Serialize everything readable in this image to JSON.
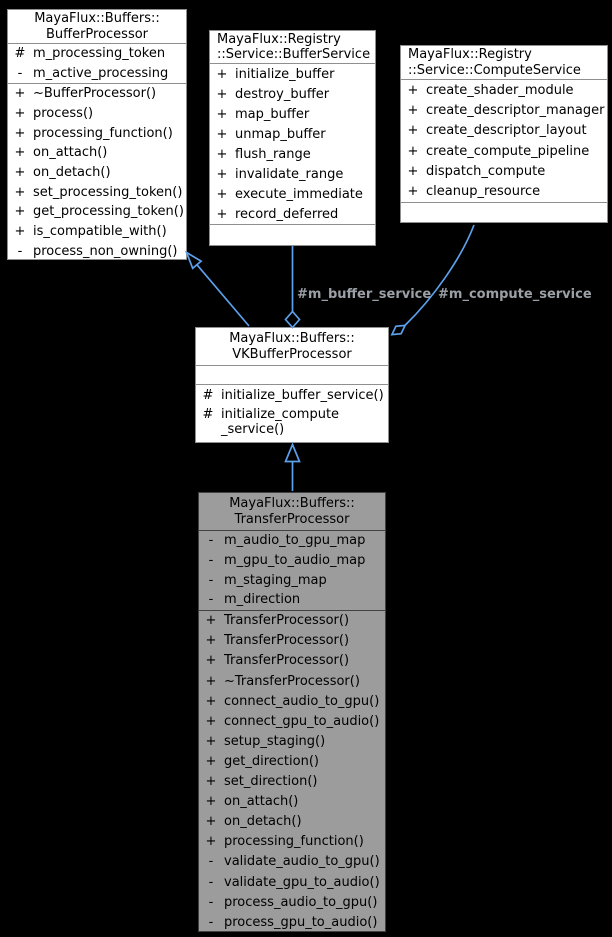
{
  "colors": {
    "background": "#000000",
    "node_fill": "#ffffff",
    "node_border": "#8f8f8f",
    "highlight_fill": "#9c9c9c",
    "highlight_border": "#424242",
    "edge": "#5ca0eb",
    "edge_label": "#9aa0a6",
    "text": "#000000"
  },
  "edges": {
    "buffer_service_label": "#m_buffer_service",
    "compute_service_label": "#m_compute_service"
  },
  "classes": [
    {
      "title1": "MayaFlux::Buffers::",
      "title2": "BufferProcessor",
      "attrs": [
        {
          "vis": "#",
          "name": "m_processing_token"
        },
        {
          "vis": "-",
          "name": "m_active_processing"
        }
      ],
      "methods": [
        {
          "vis": "+",
          "name": "~BufferProcessor()"
        },
        {
          "vis": "+",
          "name": "process()"
        },
        {
          "vis": "+",
          "name": "processing_function()"
        },
        {
          "vis": "+",
          "name": "on_attach()"
        },
        {
          "vis": "+",
          "name": "on_detach()"
        },
        {
          "vis": "+",
          "name": "set_processing_token()"
        },
        {
          "vis": "+",
          "name": "get_processing_token()"
        },
        {
          "vis": "+",
          "name": "is_compatible_with()"
        },
        {
          "vis": "-",
          "name": "process_non_owning()"
        }
      ]
    },
    {
      "title1": "MayaFlux::Registry",
      "title2": "::Service::BufferService",
      "methods": [
        {
          "vis": "+",
          "name": "initialize_buffer"
        },
        {
          "vis": "+",
          "name": "destroy_buffer"
        },
        {
          "vis": "+",
          "name": "map_buffer"
        },
        {
          "vis": "+",
          "name": "unmap_buffer"
        },
        {
          "vis": "+",
          "name": "flush_range"
        },
        {
          "vis": "+",
          "name": "invalidate_range"
        },
        {
          "vis": "+",
          "name": "execute_immediate"
        },
        {
          "vis": "+",
          "name": "record_deferred"
        }
      ]
    },
    {
      "title1": "MayaFlux::Registry",
      "title2": "::Service::ComputeService",
      "methods": [
        {
          "vis": "+",
          "name": "create_shader_module"
        },
        {
          "vis": "+",
          "name": "create_descriptor_manager"
        },
        {
          "vis": "+",
          "name": "create_descriptor_layout"
        },
        {
          "vis": "+",
          "name": "create_compute_pipeline"
        },
        {
          "vis": "+",
          "name": "dispatch_compute"
        },
        {
          "vis": "+",
          "name": "cleanup_resource"
        }
      ]
    },
    {
      "title1": "MayaFlux::Buffers::",
      "title2": "VKBufferProcessor",
      "methods": [
        {
          "vis": "#",
          "name": "initialize_buffer_service()"
        },
        {
          "vis": "#",
          "name": "initialize_compute",
          "name2": "_service()"
        }
      ]
    },
    {
      "title1": "MayaFlux::Buffers::",
      "title2": "TransferProcessor",
      "attrs": [
        {
          "vis": "-",
          "name": "m_audio_to_gpu_map"
        },
        {
          "vis": "-",
          "name": "m_gpu_to_audio_map"
        },
        {
          "vis": "-",
          "name": "m_staging_map"
        },
        {
          "vis": "-",
          "name": "m_direction"
        }
      ],
      "methods": [
        {
          "vis": "+",
          "name": "TransferProcessor()"
        },
        {
          "vis": "+",
          "name": "TransferProcessor()"
        },
        {
          "vis": "+",
          "name": "TransferProcessor()"
        },
        {
          "vis": "+",
          "name": "~TransferProcessor()"
        },
        {
          "vis": "+",
          "name": "connect_audio_to_gpu()"
        },
        {
          "vis": "+",
          "name": "connect_gpu_to_audio()"
        },
        {
          "vis": "+",
          "name": "setup_staging()"
        },
        {
          "vis": "+",
          "name": "get_direction()"
        },
        {
          "vis": "+",
          "name": "set_direction()"
        },
        {
          "vis": "+",
          "name": "on_attach()"
        },
        {
          "vis": "+",
          "name": "on_detach()"
        },
        {
          "vis": "+",
          "name": "processing_function()"
        },
        {
          "vis": "-",
          "name": "validate_audio_to_gpu()"
        },
        {
          "vis": "-",
          "name": "validate_gpu_to_audio()"
        },
        {
          "vis": "-",
          "name": "process_audio_to_gpu()"
        },
        {
          "vis": "-",
          "name": "process_gpu_to_audio()"
        }
      ]
    }
  ]
}
